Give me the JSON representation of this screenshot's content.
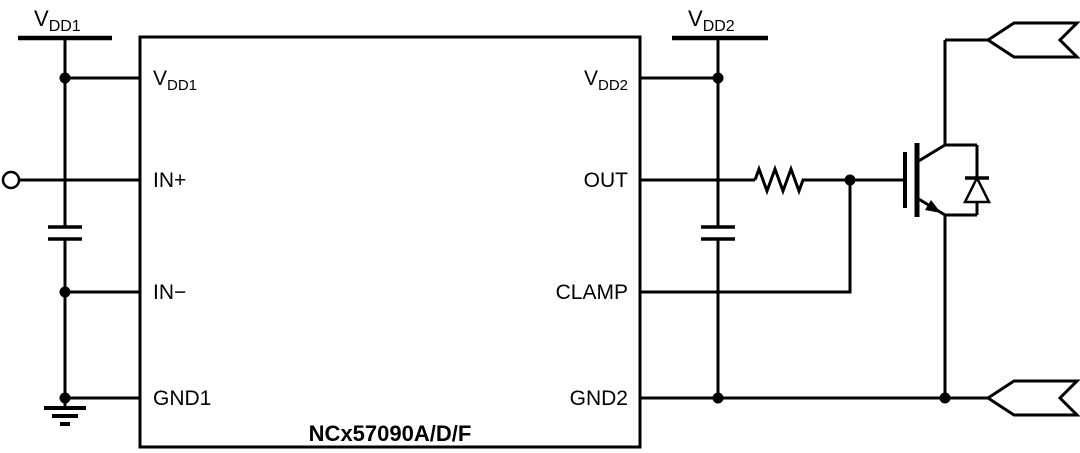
{
  "diagram": {
    "part_number": "NCx57090A/D/F",
    "pins": {
      "vdd1": {
        "base": "V",
        "sub": "DD1"
      },
      "in_plus": {
        "base": "IN+"
      },
      "in_minus": {
        "base": "IN−"
      },
      "gnd1": {
        "base": "GND1"
      },
      "vdd2": {
        "base": "V",
        "sub": "DD2"
      },
      "out": {
        "base": "OUT"
      },
      "clamp": {
        "base": "CLAMP"
      },
      "gnd2": {
        "base": "GND2"
      }
    },
    "supplies": {
      "vdd1": {
        "base": "V",
        "sub": "DD1"
      },
      "vdd2": {
        "base": "V",
        "sub": "DD2"
      }
    },
    "components": [
      "input-terminal",
      "vdd1-decoupling-capacitor",
      "earth-ground-symbol",
      "vdd2-decoupling-capacitor",
      "gate-resistor",
      "igbt",
      "freewheel-diode",
      "connector-tag-top",
      "connector-tag-bottom"
    ],
    "colors": {
      "line": "#000000",
      "background": "#ffffff"
    }
  }
}
